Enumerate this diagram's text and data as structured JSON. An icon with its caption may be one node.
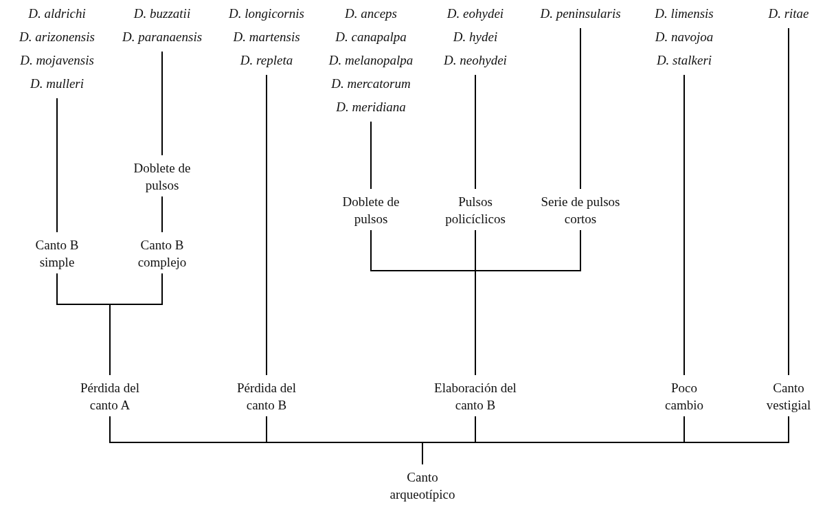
{
  "diagram": {
    "nodes": [
      {
        "text": [
          "D. aldrichi",
          "D. arizonensis",
          "D. mojavensis",
          "D. mulleri"
        ]
      },
      {
        "text": [
          "D. buzzatii",
          "D. paranaensis"
        ]
      },
      {
        "text": [
          "D. longicornis",
          "D. martensis",
          "D. repleta"
        ]
      },
      {
        "text": [
          "D. anceps",
          "D. canapalpa",
          "D. melanopalpa",
          "D. mercatorum",
          "D. meridiana"
        ]
      },
      {
        "text": [
          "D. eohydei",
          "D. hydei",
          "D. neohydei"
        ]
      },
      {
        "text": [
          "D. peninsularis"
        ]
      },
      {
        "text": [
          "D. limensis",
          "D. navojoa",
          "D. stalkeri"
        ]
      },
      {
        "text": [
          "D. ritae"
        ]
      },
      {
        "text": [
          "Doblete de pulsos"
        ]
      },
      {
        "text": [
          "Doblete de pulsos"
        ]
      },
      {
        "text": [
          "Pulsos policíclicos"
        ]
      },
      {
        "text": [
          "Serie de pulsos cortos"
        ]
      },
      {
        "text": [
          "Canto B simple"
        ]
      },
      {
        "text": [
          "Canto B complejo"
        ]
      },
      {
        "text": [
          "Pérdida del canto A"
        ]
      },
      {
        "text": [
          "Pérdida del canto B"
        ]
      },
      {
        "text": [
          "Elaboración del canto B"
        ]
      },
      {
        "text": [
          "Poco cambio"
        ]
      },
      {
        "text": [
          "Canto vestigial"
        ]
      },
      {
        "text": [
          "Canto arqueotípico"
        ]
      }
    ],
    "edges": [
      {
        "from": 19,
        "to": 14,
        "arrow": "none"
      },
      {
        "from": 19,
        "to": 15,
        "arrow": "none"
      },
      {
        "from": 19,
        "to": 16,
        "arrow": "none"
      },
      {
        "from": 19,
        "to": 17,
        "arrow": "none"
      },
      {
        "from": 19,
        "to": 18,
        "arrow": "none"
      },
      {
        "from": 14,
        "to": 12,
        "arrow": "none"
      },
      {
        "from": 14,
        "to": 13,
        "arrow": "none"
      },
      {
        "from": 12,
        "to": 0,
        "arrow": "none"
      },
      {
        "from": 13,
        "to": 8,
        "arrow": "none"
      },
      {
        "from": 8,
        "to": 1,
        "arrow": "none"
      },
      {
        "from": 15,
        "to": 2,
        "arrow": "none"
      },
      {
        "from": 16,
        "to": 9,
        "arrow": "none"
      },
      {
        "from": 16,
        "to": 10,
        "arrow": "none"
      },
      {
        "from": 16,
        "to": 11,
        "arrow": "none"
      },
      {
        "from": 9,
        "to": 3,
        "arrow": "none"
      },
      {
        "from": 10,
        "to": 4,
        "arrow": "none"
      },
      {
        "from": 11,
        "to": 5,
        "arrow": "none"
      },
      {
        "from": 17,
        "to": 6,
        "arrow": "none"
      },
      {
        "from": 18,
        "to": 7,
        "arrow": "none"
      }
    ]
  }
}
